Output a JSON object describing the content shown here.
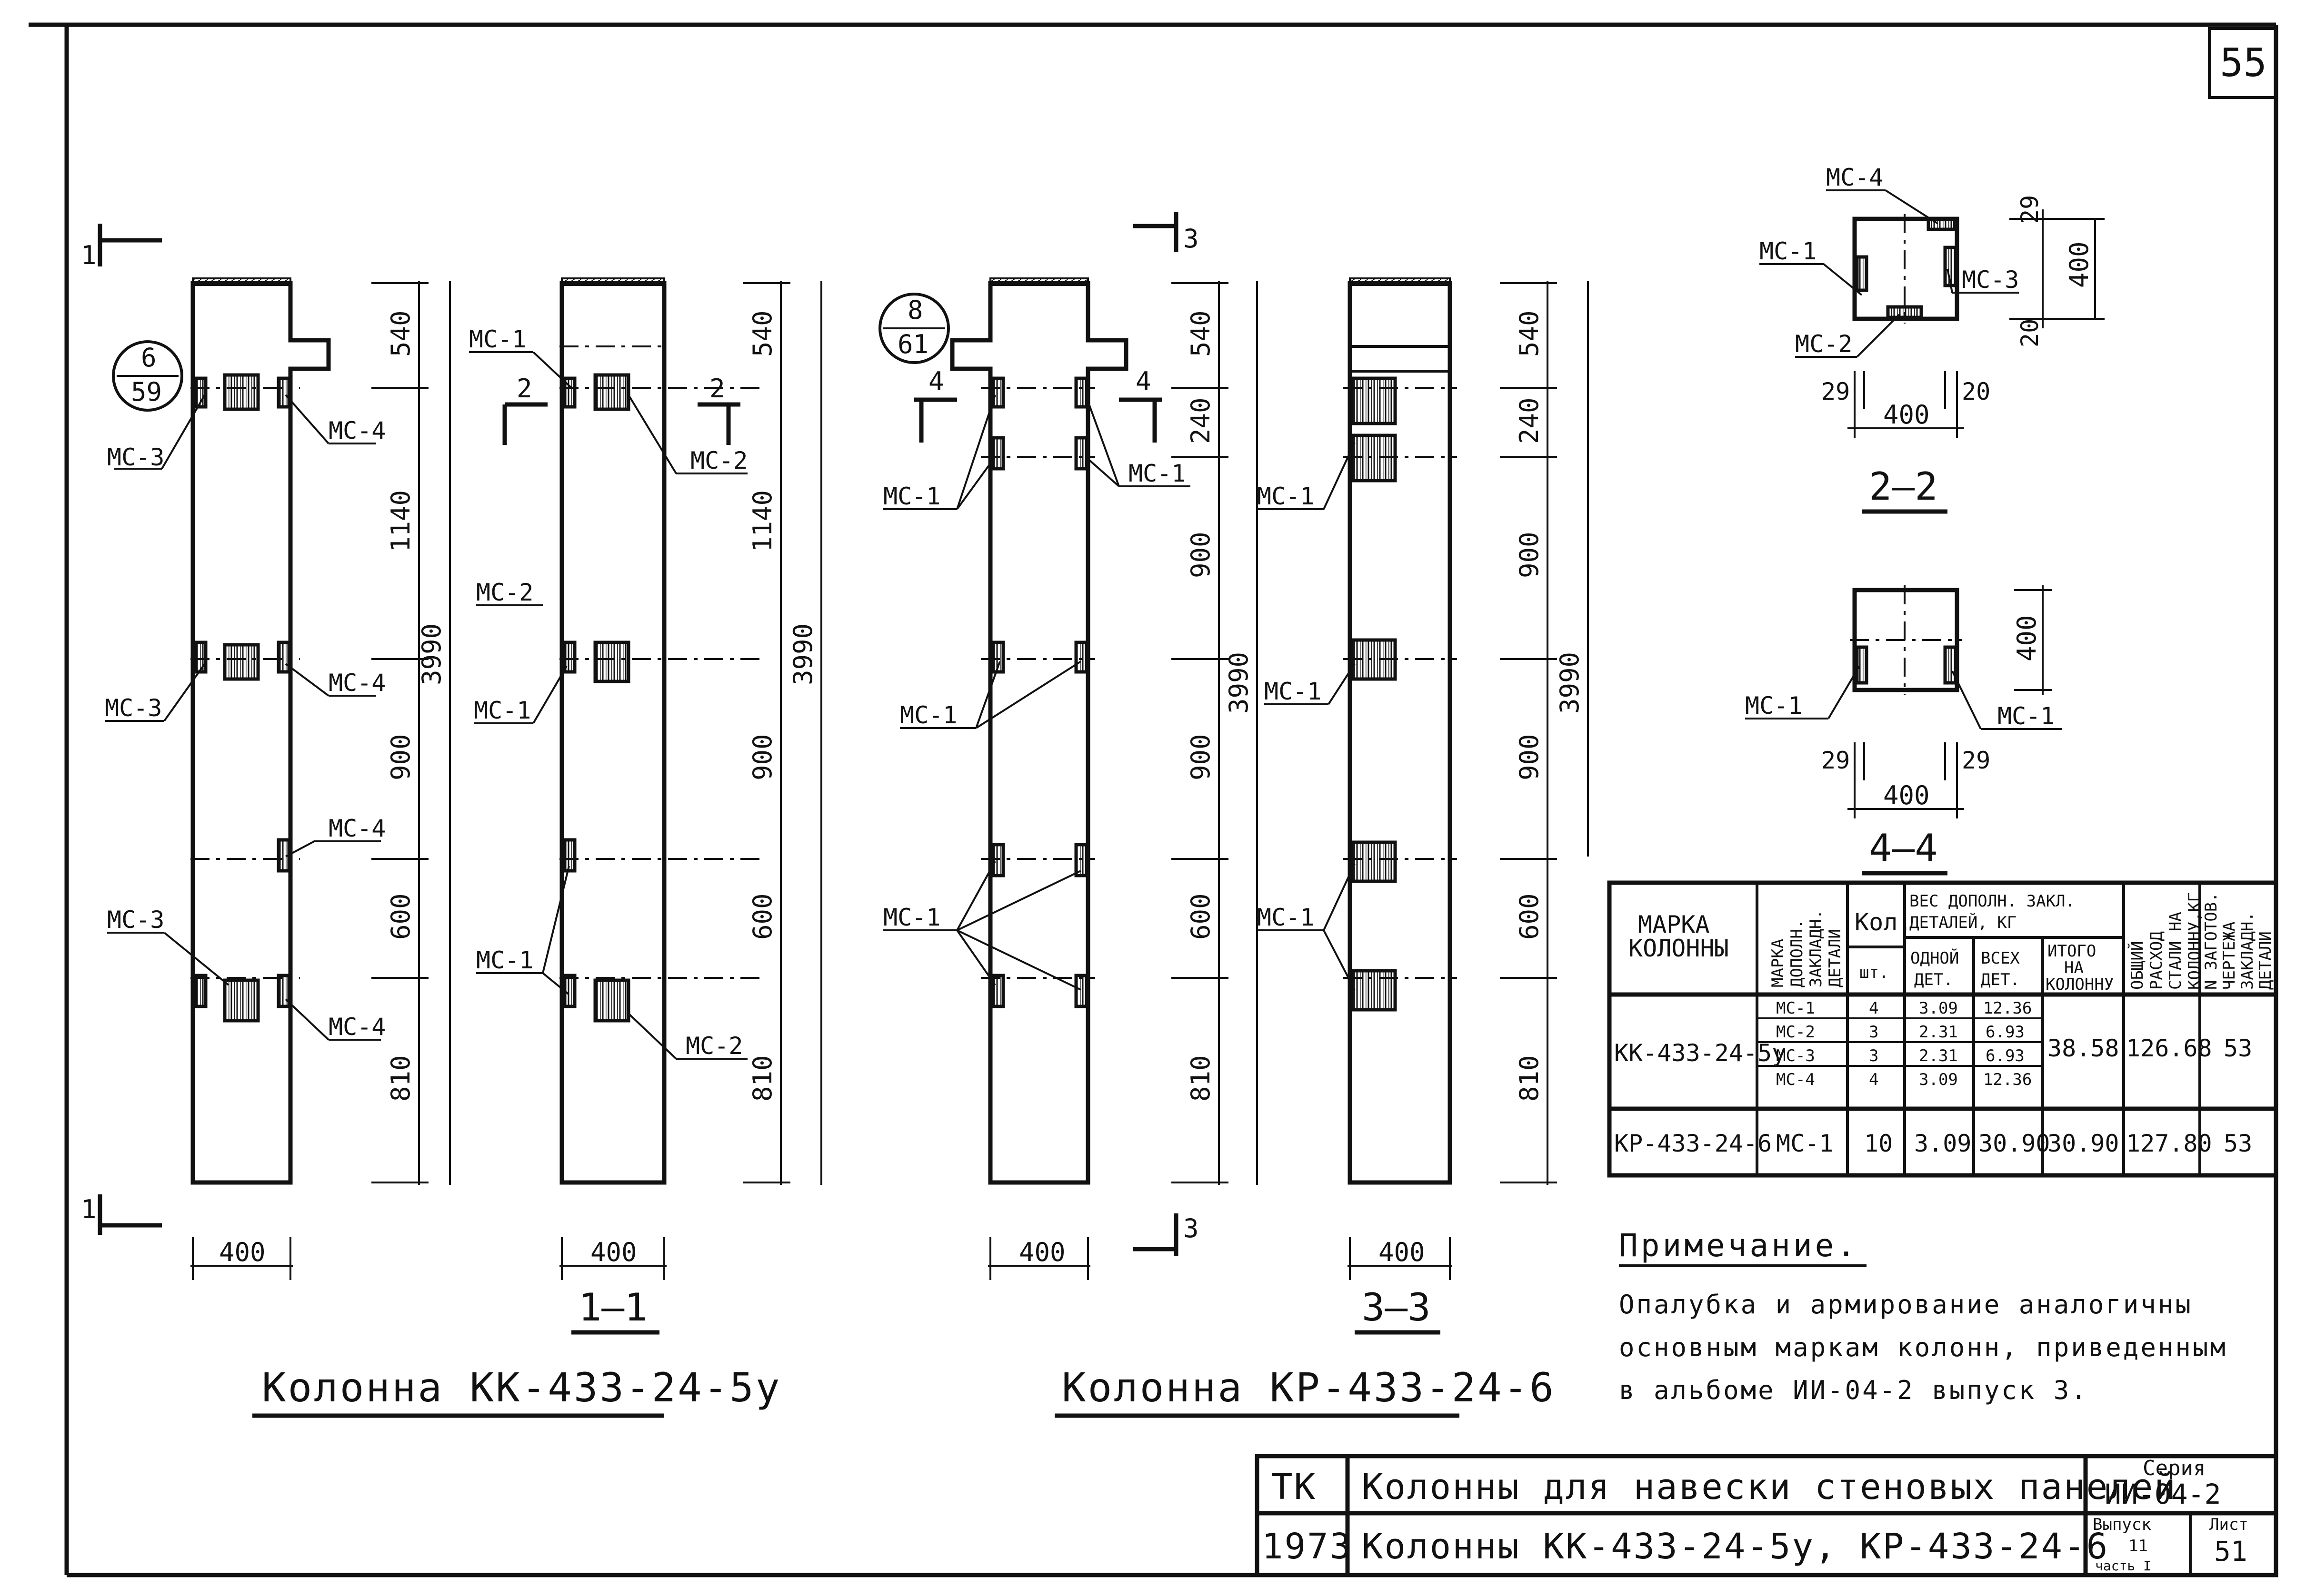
{
  "page_number": "55",
  "columns": {
    "kk": {
      "title": "Колонна КК-433-24-5у",
      "section_label": "1—1",
      "circle_ref_top": "6",
      "circle_ref_bottom": "59",
      "dims": [
        "540",
        "1140",
        "900",
        "600",
        "810"
      ],
      "total_height": "3990",
      "width": "400",
      "section_1_1_total": "3990",
      "labels": {
        "mc1": "МС-1",
        "mc2": "МС-2",
        "mc3": "МС-3",
        "mc4": "МС-4"
      },
      "section_marks": {
        "s1": "1",
        "s2": "2"
      }
    },
    "kr": {
      "title": "Колонна КР-433-24-6",
      "section_label": "3—3",
      "circle_ref_top": "8",
      "circle_ref_bottom": "61",
      "dims": [
        "540",
        "240",
        "900",
        "900",
        "600",
        "810"
      ],
      "total_height": "3990",
      "width": "400",
      "labels": {
        "mc1": "МС-1"
      },
      "section_marks": {
        "s3": "3",
        "s4": "4"
      }
    }
  },
  "sections": {
    "s2_2": {
      "label": "2—2",
      "width": "400",
      "height": "400",
      "dims": [
        "29",
        "20",
        "29",
        "20"
      ],
      "labels": [
        "МС-4",
        "МС-1",
        "МС-3",
        "МС-2"
      ]
    },
    "s4_4": {
      "label": "4—4",
      "width": "400",
      "height": "400",
      "dims": [
        "29",
        "29"
      ],
      "labels": [
        "МС-1",
        "МС-1"
      ]
    }
  },
  "table": {
    "headers": {
      "mark": "МАРКА КОЛОННЫ",
      "detail_mark": "МАРКА ДОПОЛН. ЗАКЛАДН. ДЕТАЛИ",
      "qty": "Кол.",
      "qty_unit": "шт.",
      "weight": "Вес дополн. закл. деталей, кг",
      "one": "одной дет.",
      "all": "всех дет.",
      "total_col": "итого на колонну",
      "steel": "Общий расход стали на колонну, кг",
      "sheet": "N заготов. чертежа закладн. детали"
    },
    "rows": [
      {
        "column": "КК-433-24-5у",
        "details": [
          {
            "mark": "МС-1",
            "qty": "4",
            "one": "3.09",
            "all": "12.36"
          },
          {
            "mark": "МС-2",
            "qty": "3",
            "one": "2.31",
            "all": "6.93"
          },
          {
            "mark": "МС-3",
            "qty": "3",
            "one": "2.31",
            "all": "6.93"
          },
          {
            "mark": "МС-4",
            "qty": "4",
            "one": "3.09",
            "all": "12.36"
          }
        ],
        "total": "38.58",
        "steel": "126.68",
        "sheet": "53"
      },
      {
        "column": "КР-433-24-6",
        "details": [
          {
            "mark": "МС-1",
            "qty": "10",
            "one": "3.09",
            "all": "30.90"
          }
        ],
        "total": "30.90",
        "steel": "127.80",
        "sheet": "53"
      }
    ]
  },
  "note": {
    "heading": "Примечание.",
    "line1": "Опалубка и армирование аналогичны",
    "line2": "основным маркам колонн, приведенным",
    "line3": "в альбоме ИИ-04-2 выпуск 3."
  },
  "title_block": {
    "org": "ТК",
    "year": "1973",
    "title1": "Колонны для навески стеновых панелей",
    "title2": "Колонны КК-433-24-5у, КР-433-24-6",
    "series_label": "Серия",
    "series": "ИИ-04-2",
    "issue_label": "Выпуск",
    "issue": "11",
    "part": "часть I",
    "sheet_label": "Лист",
    "sheet": "51"
  }
}
